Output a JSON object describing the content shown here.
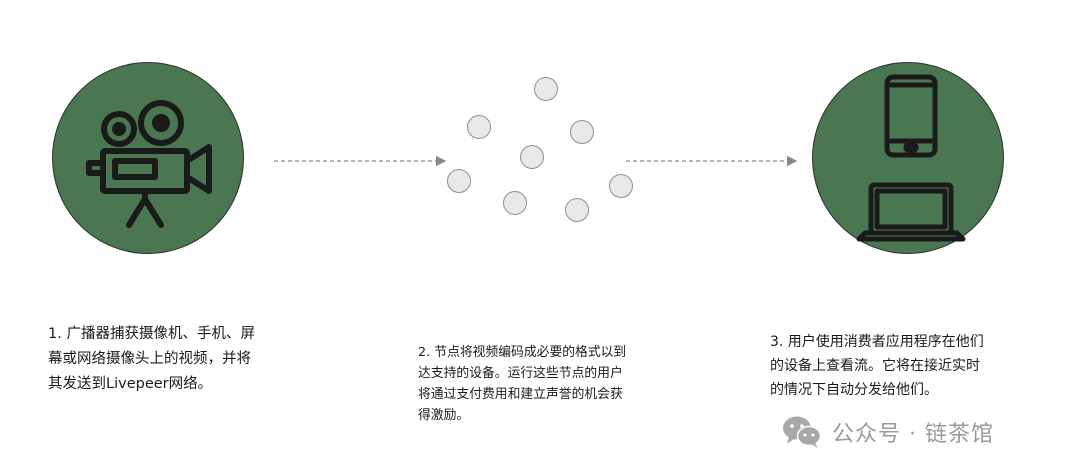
{
  "steps": [
    {
      "caption_lines": [
        "1. 广播器捕获摄像机、手机、屏",
        "幕或网络摄像头上的视频，并将",
        "其发送到Livepeer网络。"
      ],
      "icon": "video-camera-icon"
    },
    {
      "caption_lines": [
        "2. 节点将视频编码成必要的格式以到",
        "达支持的设备。运行这些节点的用户",
        "将通过支付费用和建立声誉的机会获",
        "得激励。"
      ],
      "icon": "network-nodes-icon"
    },
    {
      "caption_lines": [
        "3. 用户使用消费者应用程序在他们",
        "的设备上查看流。它将在接近实时",
        "的情况下自动分发给他们。"
      ],
      "icon": "phone-laptop-icon"
    }
  ],
  "watermark": {
    "text": "公众号 · 链茶馆",
    "icon": "wechat-icon"
  },
  "colors": {
    "circle_fill": "#4a7651",
    "icon_color": "#1a1a1a",
    "node_fill": "#e8e8e8",
    "arrow_color": "#888888"
  }
}
